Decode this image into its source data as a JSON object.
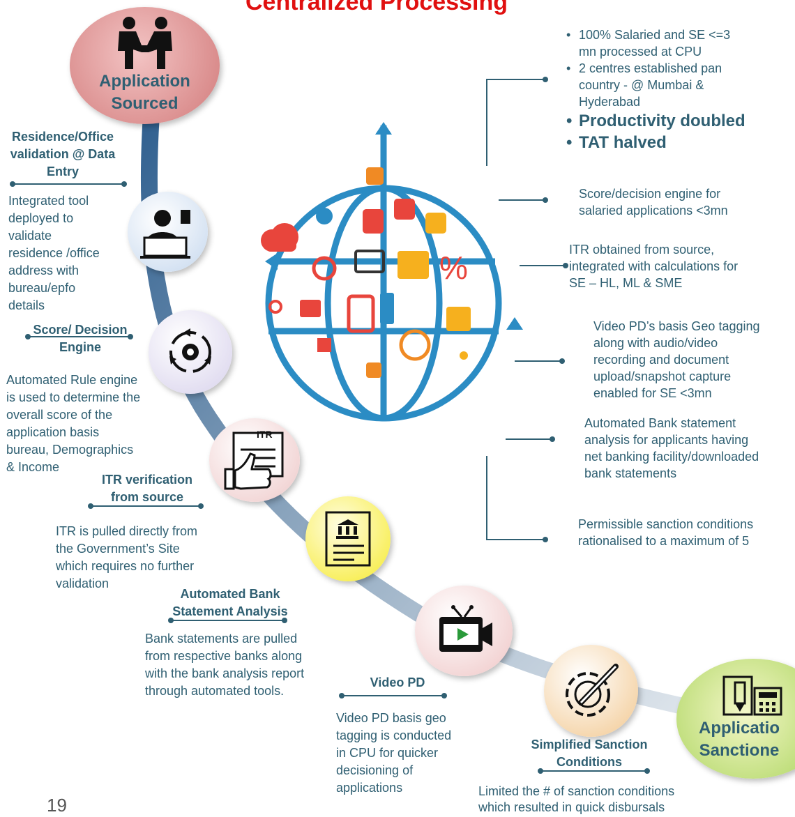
{
  "title": "Centralized Processing",
  "page_number": "19",
  "start": {
    "line1": "Application",
    "line2": "Sourced"
  },
  "end": {
    "line1": "Applicatio",
    "line2": "Sanctione"
  },
  "stages": [
    {
      "title": [
        "Residence/Office",
        "validation @ Data",
        "Entry"
      ],
      "desc": [
        "Integrated tool",
        "deployed to",
        "validate",
        "residence /office",
        "address with",
        "bureau/epfo",
        "details"
      ]
    },
    {
      "title": [
        "Score/ Decision",
        "Engine"
      ],
      "desc": [
        "Automated Rule engine",
        "is used to determine the",
        "overall score of the",
        "application basis",
        "bureau,  Demographics",
        "& Income"
      ]
    },
    {
      "title": [
        "ITR verification",
        "from source"
      ],
      "desc": [
        "ITR is pulled directly from",
        "the Government’s Site",
        "which requires no further",
        "validation"
      ]
    },
    {
      "title": [
        "Automated Bank",
        "Statement Analysis"
      ],
      "desc": [
        "Bank statements are pulled",
        "from respective banks along",
        "with the bank analysis report",
        "through automated tools."
      ]
    },
    {
      "title": [
        "Video PD"
      ],
      "desc": [
        "Video PD basis geo",
        "tagging is conducted",
        "in CPU for quicker",
        "decisioning of",
        "applications"
      ]
    },
    {
      "title": [
        "Simplified Sanction",
        "Conditions"
      ],
      "desc": [
        "Limited the # of sanction conditions",
        "which resulted in quick disbursals"
      ]
    }
  ],
  "icon_labels": {
    "itr": "ITR"
  },
  "right": {
    "bullets": [
      "100% Salaried and SE <=3",
      "mn processed at CPU",
      "2 centres established pan",
      "country - @ Mumbai &",
      "Hyderabad"
    ],
    "highlights": [
      "Productivity doubled",
      "TAT halved"
    ],
    "items": [
      [
        "Score/decision engine for",
        "salaried applications <3mn"
      ],
      [
        "ITR obtained from source,",
        "integrated with calculations for",
        "SE – HL, ML & SME"
      ],
      [
        "Video PD’s basis Geo tagging",
        "along with audio/video",
        "recording and document",
        "upload/snapshot capture",
        "enabled for SE <3mn"
      ],
      [
        "Automated Bank statement",
        "analysis for applicants having",
        "net banking facility/downloaded",
        "bank statements"
      ],
      [
        "Permissible sanction conditions",
        "rationalised to a maximum of 5"
      ]
    ]
  },
  "colors": {
    "title": "#e01010",
    "text": "#2f5f72",
    "path": "#3b5f8a"
  }
}
